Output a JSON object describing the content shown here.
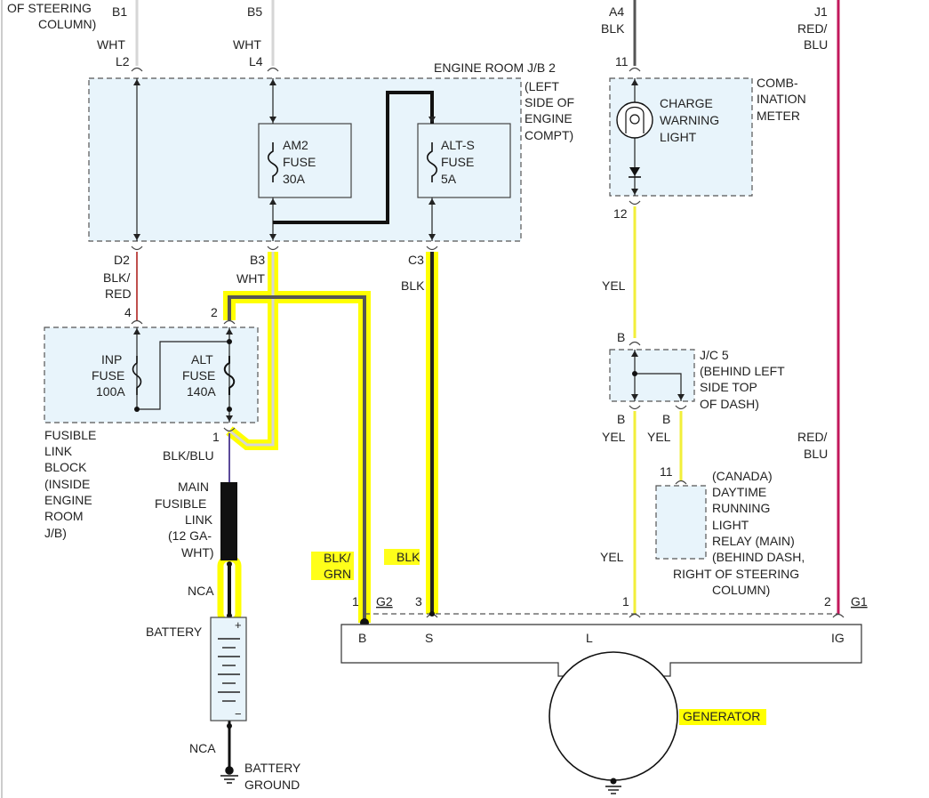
{
  "colors": {
    "highlight": "#ffff00",
    "box_fill": "#e8f4fb",
    "wire_white": "#d6d6d6",
    "wire_black": "#222222",
    "wire_red": "#c0504d",
    "wire_redblu": "#c2185b",
    "wire_yellow": "#f2ef3a",
    "wire_blkblu": "#5b4a9a",
    "wire_blkgrn": "#555555"
  },
  "top": {
    "steering_note": [
      "OF STEERING",
      "COLUMN)"
    ],
    "b1": "B1",
    "b5": "B5",
    "a4": "A4",
    "j1": "J1",
    "wht_l": "WHT",
    "wht_r": "WHT",
    "blk_top": "BLK",
    "red_blu_top": [
      "RED/",
      "BLU"
    ]
  },
  "engine_room_jb": {
    "title": "ENGINE ROOM J/B 2",
    "location": [
      "(LEFT",
      "SIDE OF",
      "ENGINE",
      "COMPT)"
    ],
    "pin_l2": "L2",
    "pin_l4": "L4",
    "pin_d2": "D2",
    "pin_b3": "B3",
    "pin_c3": "C3",
    "am2_fuse": [
      "AM2",
      "FUSE",
      "30A"
    ],
    "alts_fuse": [
      "ALT-S",
      "FUSE",
      "5A"
    ]
  },
  "combination_meter": {
    "pin_in": "11",
    "pin_out": "12",
    "title": [
      "COMB-",
      "INATION",
      "METER"
    ],
    "light": [
      "CHARGE",
      "WARNING",
      "LIGHT"
    ]
  },
  "wires_mid": {
    "blk_red": [
      "BLK/",
      "RED"
    ],
    "wht_b3": "WHT",
    "blk_c3": "BLK",
    "yel_12": "YEL"
  },
  "fusible_link_block": {
    "pin_4": "4",
    "pin_2": "2",
    "pin_1": "1",
    "inp_fuse": [
      "INP",
      "FUSE",
      "100A"
    ],
    "alt_fuse": [
      "ALT",
      "FUSE",
      "140A"
    ],
    "title": [
      "FUSIBLE",
      "LINK",
      "BLOCK",
      "(INSIDE",
      "ENGINE",
      "ROOM",
      "J/B)"
    ]
  },
  "jc5": {
    "pin_b_top": "B",
    "pin_b_left": "B",
    "pin_b_right": "B",
    "title": [
      "J/C 5",
      "(BEHIND LEFT",
      "SIDE TOP",
      "OF DASH)"
    ],
    "yel_left": "YEL",
    "yel_right": "YEL"
  },
  "drl_relay": {
    "pin": "11",
    "title": [
      "(CANADA)",
      "DAYTIME",
      "RUNNING",
      "LIGHT",
      "RELAY (MAIN)",
      "(BEHIND DASH,",
      "RIGHT OF STEERING",
      "COLUMN)"
    ]
  },
  "battery_side": {
    "blk_blu": "BLK/BLU",
    "main_fusible_link": [
      "MAIN",
      "FUSIBLE",
      "LINK",
      "(12 GA-",
      "WHT)"
    ],
    "nca_top": "NCA",
    "battery": "BATTERY",
    "plus": "+",
    "minus": "−",
    "nca_bottom": "NCA",
    "battery_ground": [
      "BATTERY",
      "GROUND"
    ]
  },
  "generator": {
    "blk_grn": [
      "BLK/",
      "GRN"
    ],
    "blk": "BLK",
    "yel": "YEL",
    "red_blu": [
      "RED/",
      "BLU"
    ],
    "pin_1": "1",
    "pin_3": "3",
    "pin_1b": "1",
    "pin_2": "2",
    "conn_g2": "G2",
    "conn_g1": "G1",
    "term_b": "B",
    "term_s": "S",
    "term_l": "L",
    "term_ig": "IG",
    "label": "GENERATOR"
  }
}
